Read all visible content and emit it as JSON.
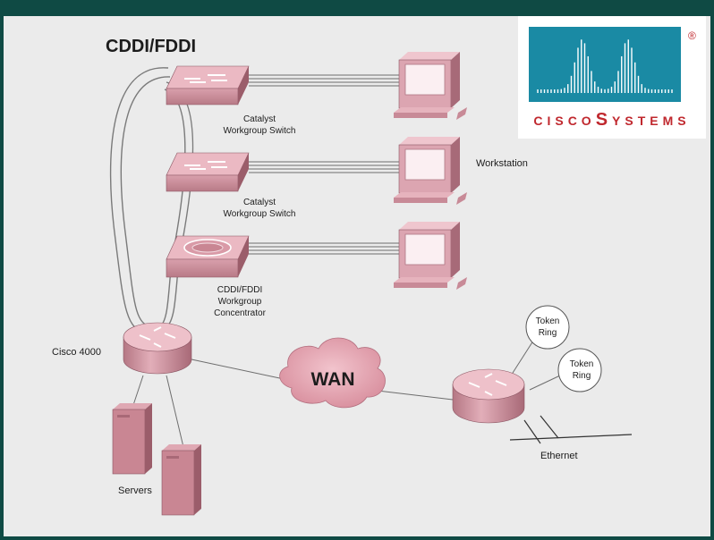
{
  "diagram": {
    "ring_label": "CDDI/FDDI",
    "switch1_label": [
      "Catalyst",
      "Workgroup Switch"
    ],
    "switch2_label": [
      "Catalyst",
      "Workgroup Switch"
    ],
    "concentrator_label": [
      "CDDI/FDDI",
      "Workgroup",
      "Concentrator"
    ],
    "workstation_label": "Workstation",
    "router_label": "Cisco 4000",
    "wan_label": "WAN",
    "servers_label": "Servers",
    "token_ring_1": [
      "Token",
      "Ring"
    ],
    "token_ring_2": [
      "Token",
      "Ring"
    ],
    "ethernet_label": "Ethernet"
  },
  "logo": {
    "text_parts": [
      "CISCO",
      "S",
      "YSTEMS"
    ],
    "registered": "®",
    "bg_color": "#1a8aa4",
    "text_color": "#c0282e"
  },
  "colors": {
    "device_top": "#eab7c0",
    "device_front": "#c98a97",
    "device_side": "#9b5d6a",
    "wan_cloud": "#e4a3b0",
    "background": "#ebebeb",
    "frame": "#0f4a44"
  }
}
